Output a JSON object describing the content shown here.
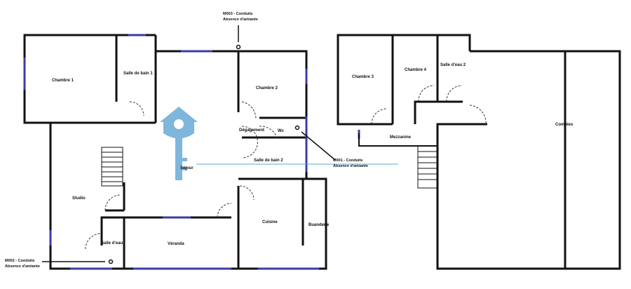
{
  "rooms": {
    "chambre1": "Chambre 1",
    "sdb1": "Salle de bain 1",
    "chambre2": "Chambre 2",
    "degagement": "Dégagement",
    "wc": "Wc",
    "sdb2": "Salle de bain 2",
    "sejour": "Séjour",
    "studio": "Studio",
    "salle_eau": "Salle d'eau",
    "veranda": "Véranda",
    "cuisine": "Cuisine",
    "buanderie": "Buanderie",
    "chambre3": "Chambre 3",
    "chambre4": "Chambre 4",
    "salle_eau2": "Salle d'eau 2",
    "mezzanine": "Mezzanine",
    "combles": "Combles"
  },
  "markers": [
    {
      "code": "M003 - Conduits",
      "result": "Absence d'amiante"
    },
    {
      "code": "M001 - Conduits",
      "result": "Absence d'amiante"
    },
    {
      "code": "M002 - Conduits",
      "result": "Absence d'amiante"
    }
  ],
  "colors": {
    "wall": "#111111",
    "window": "#3b3ba8",
    "key": "#7fb6dc",
    "guide": "#5aa9d6"
  }
}
